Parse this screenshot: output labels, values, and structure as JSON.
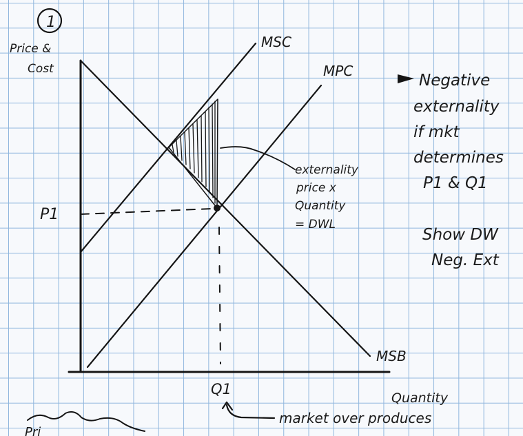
{
  "figure_number": "1",
  "y_axis_label": [
    "Price &",
    "Cost"
  ],
  "x_axis_label": "Quantity",
  "curves": {
    "msc": "MSC",
    "mpc": "MPC",
    "msb": "MSB"
  },
  "markers": {
    "p1": "P1",
    "q1": "Q1"
  },
  "annotation": [
    "externality",
    "price x",
    "Quantity",
    "= DWL"
  ],
  "side_notes": {
    "note1": [
      "Negative",
      "externality",
      "if mkt",
      "determines",
      "P1 & Q1"
    ],
    "note2": [
      "Show DW",
      "Neg. Ext"
    ]
  },
  "bottom_note": "market over produces",
  "bottom_left_fragment": "Pri",
  "colors": {
    "ink": "#151515",
    "grid": "#8fb6dd",
    "paper": "#f7f9fc"
  }
}
